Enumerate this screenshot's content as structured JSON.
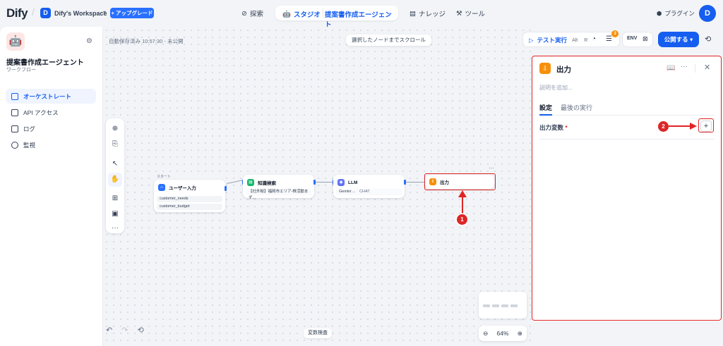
{
  "header": {
    "logo": "Dify",
    "workspace_initial": "D",
    "workspace_name": "Dify's Workspace",
    "upgrade_label": "+ アップグレード",
    "nav": {
      "explore": "探索",
      "studio": "スタジオ",
      "current_app": "提案書作成エージェント",
      "knowledge": "ナレッジ",
      "tools": "ツール"
    },
    "plugins": "プラグイン",
    "user_initial": "D"
  },
  "sidebar": {
    "app_name": "提案書作成エージェント",
    "app_type": "ワークフロー",
    "items": [
      {
        "label": "オーケストレート",
        "icon": "orchestrate-icon",
        "active": true
      },
      {
        "label": "API アクセス",
        "icon": "terminal-icon",
        "active": false
      },
      {
        "label": "ログ",
        "icon": "log-icon",
        "active": false
      },
      {
        "label": "監視",
        "icon": "monitor-icon",
        "active": false
      }
    ]
  },
  "canvas": {
    "autosave": "自動保存済み 10:57:30 - 未公開",
    "scroll_to_node": "選択したノードまでスクロール",
    "variable_inspect": "変数検査",
    "zoom": "64%"
  },
  "run_bar": {
    "test_run": "テスト実行",
    "shortcut_alt": "Alt",
    "shortcut_r": "R",
    "checklist_count": "3",
    "publish": "公開する"
  },
  "nodes": {
    "start_tag": "スタート",
    "user_input": {
      "title": "ユーザー入力",
      "vars": [
        "customer_needs",
        "customer_budget"
      ]
    },
    "knowledge": {
      "title": "知識検索",
      "dataset": "【社外秘】福岡市エリア-株活動まず..."
    },
    "llm": {
      "title": "LLM",
      "model": "Gemini ...",
      "mode": "CHAT"
    },
    "output": {
      "title": "出力"
    }
  },
  "annotations": {
    "badge_1": "1",
    "badge_2": "2"
  },
  "panel": {
    "title": "出力",
    "description_placeholder": "説明を追加...",
    "tabs": [
      "設定",
      "最後の実行"
    ],
    "output_vars_label": "出力変数",
    "required_mark": "*",
    "add_symbol": "+"
  },
  "colors": {
    "primary": "#155eef",
    "annotation_red": "#e02424",
    "output_node": "#f79009",
    "knowledge_node": "#12b76a",
    "llm_node": "#6172f3",
    "start_node": "#2970ff"
  }
}
